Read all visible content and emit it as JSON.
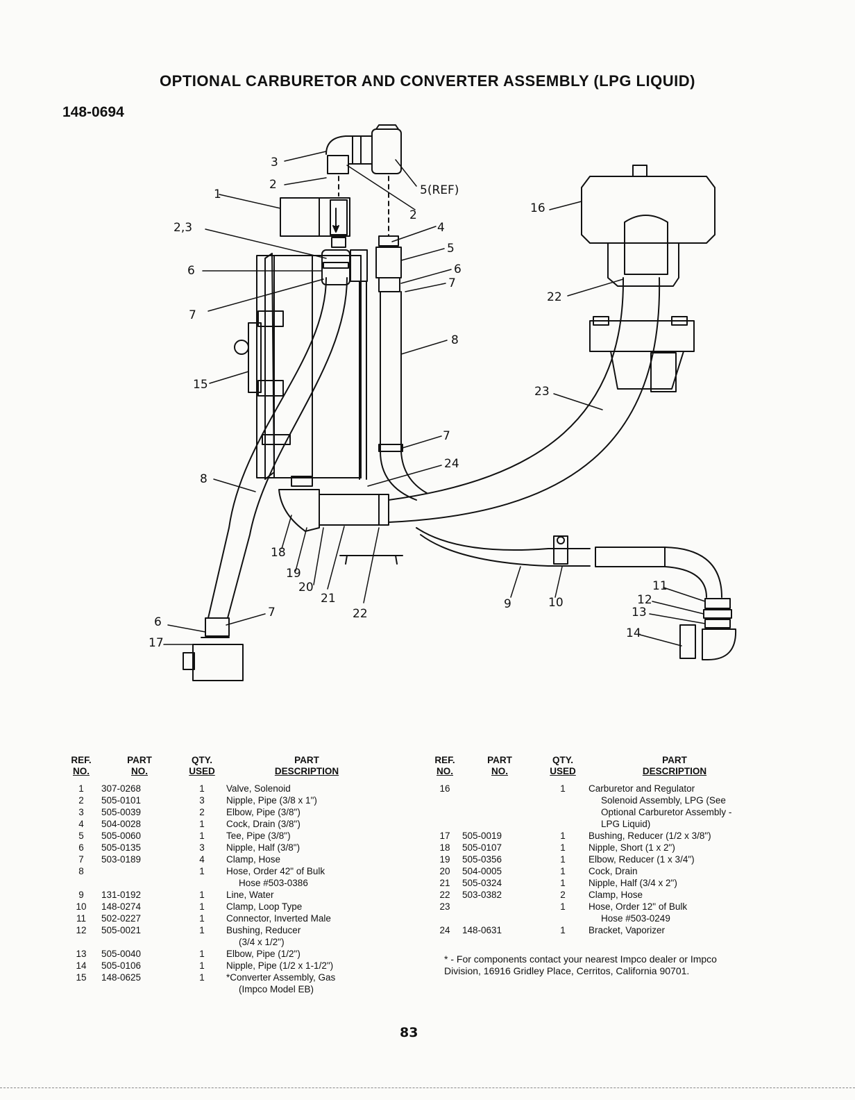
{
  "title": "OPTIONAL CARBURETOR AND CONVERTER ASSEMBLY (LPG LIQUID)",
  "assembly_number": "148-0694",
  "callouts": [
    "3",
    "2",
    "1",
    "5(REF)",
    "2",
    "4",
    "5",
    "6",
    "7",
    "2,3",
    "6",
    "7",
    "8",
    "16",
    "22",
    "15",
    "23",
    "7",
    "24",
    "8",
    "18",
    "19",
    "20",
    "21",
    "22",
    "9",
    "10",
    "11",
    "12",
    "13",
    "14",
    "6",
    "17",
    "7"
  ],
  "table_headers": {
    "ref": [
      "REF.",
      "NO."
    ],
    "part": [
      "PART",
      "NO."
    ],
    "qty": [
      "QTY.",
      "USED"
    ],
    "desc": [
      "PART",
      "DESCRIPTION"
    ]
  },
  "parts_left": [
    {
      "ref": "1",
      "part": "307-0268",
      "qty": "1",
      "desc": "Valve, Solenoid"
    },
    {
      "ref": "2",
      "part": "505-0101",
      "qty": "3",
      "desc": "Nipple, Pipe (3/8 x 1\")"
    },
    {
      "ref": "3",
      "part": "505-0039",
      "qty": "2",
      "desc": "Elbow, Pipe (3/8\")"
    },
    {
      "ref": "4",
      "part": "504-0028",
      "qty": "1",
      "desc": "Cock, Drain (3/8\")"
    },
    {
      "ref": "5",
      "part": "505-0060",
      "qty": "1",
      "desc": "Tee, Pipe (3/8\")"
    },
    {
      "ref": "6",
      "part": "505-0135",
      "qty": "3",
      "desc": "Nipple, Half (3/8\")"
    },
    {
      "ref": "7",
      "part": "503-0189",
      "qty": "4",
      "desc": "Clamp, Hose"
    },
    {
      "ref": "8",
      "part": "",
      "qty": "1",
      "desc": "Hose, Order 42\" of Bulk"
    },
    {
      "ref": "",
      "part": "",
      "qty": "",
      "desc": "Hose #503-0386",
      "cont": true
    },
    {
      "ref": "9",
      "part": "131-0192",
      "qty": "1",
      "desc": "Line, Water"
    },
    {
      "ref": "10",
      "part": "148-0274",
      "qty": "1",
      "desc": "Clamp, Loop Type"
    },
    {
      "ref": "11",
      "part": "502-0227",
      "qty": "1",
      "desc": "Connector, Inverted Male"
    },
    {
      "ref": "12",
      "part": "505-0021",
      "qty": "1",
      "desc": "Bushing, Reducer"
    },
    {
      "ref": "",
      "part": "",
      "qty": "",
      "desc": "(3/4 x 1/2\")",
      "cont": true
    },
    {
      "ref": "13",
      "part": "505-0040",
      "qty": "1",
      "desc": "Elbow, Pipe (1/2\")"
    },
    {
      "ref": "14",
      "part": "505-0106",
      "qty": "1",
      "desc": "Nipple, Pipe (1/2 x 1-1/2\")"
    },
    {
      "ref": "15",
      "part": "148-0625",
      "qty": "1",
      "desc": "*Converter Assembly, Gas"
    },
    {
      "ref": "",
      "part": "",
      "qty": "",
      "desc": "(Impco Model EB)",
      "cont": true
    }
  ],
  "parts_right": [
    {
      "ref": "16",
      "part": "",
      "qty": "1",
      "desc": "Carburetor and Regulator"
    },
    {
      "ref": "",
      "part": "",
      "qty": "",
      "desc": "Solenoid Assembly, LPG (See",
      "cont": true
    },
    {
      "ref": "",
      "part": "",
      "qty": "",
      "desc": "Optional Carburetor Assembly -",
      "cont": true
    },
    {
      "ref": "",
      "part": "",
      "qty": "",
      "desc": "LPG Liquid)",
      "cont": true
    },
    {
      "ref": "17",
      "part": "505-0019",
      "qty": "1",
      "desc": "Bushing, Reducer (1/2 x 3/8\")"
    },
    {
      "ref": "18",
      "part": "505-0107",
      "qty": "1",
      "desc": "Nipple, Short (1 x 2\")"
    },
    {
      "ref": "19",
      "part": "505-0356",
      "qty": "1",
      "desc": "Elbow, Reducer (1 x 3/4\")"
    },
    {
      "ref": "20",
      "part": "504-0005",
      "qty": "1",
      "desc": "Cock, Drain"
    },
    {
      "ref": "21",
      "part": "505-0324",
      "qty": "1",
      "desc": "Nipple, Half (3/4 x 2\")"
    },
    {
      "ref": "22",
      "part": "503-0382",
      "qty": "2",
      "desc": "Clamp, Hose"
    },
    {
      "ref": "23",
      "part": "",
      "qty": "1",
      "desc": "Hose, Order 12\" of Bulk"
    },
    {
      "ref": "",
      "part": "",
      "qty": "",
      "desc": "Hose #503-0249",
      "cont": true
    },
    {
      "ref": "",
      "part": "",
      "qty": "",
      "desc": "",
      "cont": true
    },
    {
      "ref": "24",
      "part": "148-0631",
      "qty": "1",
      "desc": "Bracket, Vaporizer"
    }
  ],
  "footnote": "* - For components contact your nearest Impco dealer or Impco Division, 16916 Gridley Place, Cerritos, California 90701.",
  "page_number": "83"
}
